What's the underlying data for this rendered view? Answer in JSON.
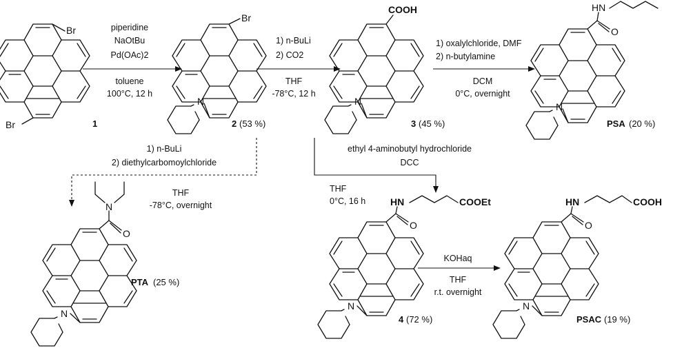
{
  "atoms": {
    "br": "Br",
    "n": "N",
    "o": "O",
    "hn": "HN",
    "cooh": "COOH",
    "cooet": "COOEt"
  },
  "compounds": {
    "c1": {
      "id": "1"
    },
    "c2": {
      "id": "2",
      "yield": "(53 %)"
    },
    "c3": {
      "id": "3",
      "yield": "(45 %)"
    },
    "psa": {
      "id": "PSA",
      "yield": "(20 %)"
    },
    "pta": {
      "id": "PTA",
      "yield": "(25 %)"
    },
    "c4": {
      "id": "4",
      "yield": "(72 %)"
    },
    "psac": {
      "id": "PSAC",
      "yield": "(19 %)"
    }
  },
  "conditions": {
    "step1": {
      "above": [
        "piperidine",
        "NaOtBu",
        "Pd(OAc)2"
      ],
      "below": [
        "toluene",
        "100°C, 12 h"
      ]
    },
    "step2": {
      "above": [
        "1) n-BuLi",
        "2) CO2"
      ],
      "below": [
        "THF",
        "-78°C, 12 h"
      ]
    },
    "step3": {
      "above": [
        "1) oxalylchloride, DMF",
        "2) n-butylamine"
      ],
      "below": [
        "DCM",
        "0°C, overnight"
      ]
    },
    "step4": {
      "above": [
        "1) n-BuLi",
        "2) diethylcarbomoylchloride"
      ],
      "below": [
        "THF",
        "-78°C, overnight"
      ]
    },
    "step5": {
      "above": [
        "ethyl 4-aminobutyl hydrochloride",
        "DCC"
      ],
      "below": [
        "THF",
        "0°C, 16 h"
      ]
    },
    "step6": {
      "above": [
        "KOHaq"
      ],
      "below": [
        "THF",
        "r.t. overnight"
      ]
    }
  }
}
